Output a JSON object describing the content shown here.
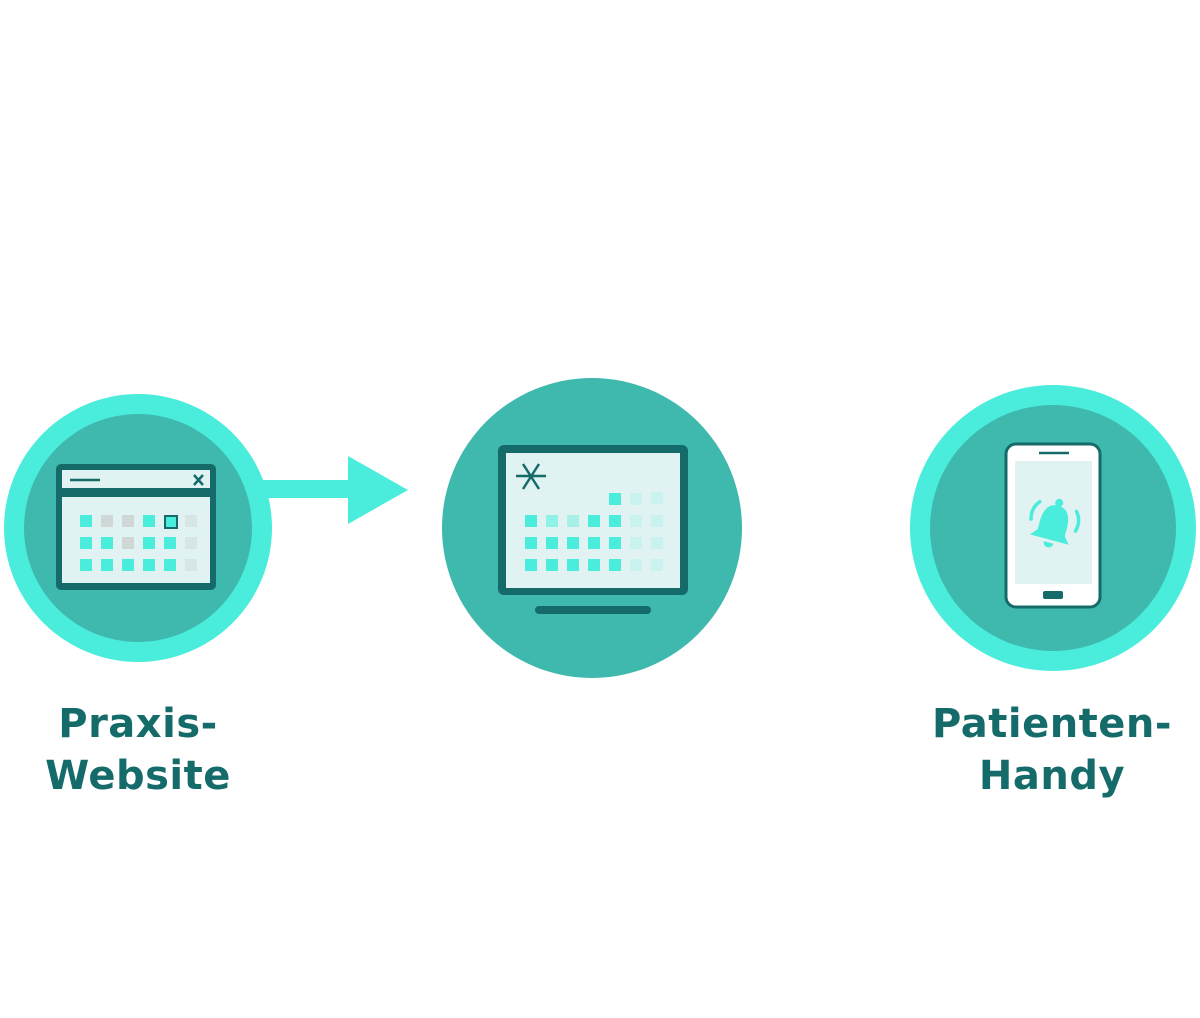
{
  "nodes": [
    {
      "id": "praxis-website",
      "icon": "browser-calendar-icon",
      "label_lines": [
        "Praxis-",
        "Website"
      ]
    },
    {
      "id": "center",
      "icon": "monitor-calendar-icon",
      "label_lines": []
    },
    {
      "id": "patienten-handy",
      "icon": "phone-bell-icon",
      "label_lines": [
        "Patienten-",
        "Handy"
      ]
    }
  ],
  "edges": [
    {
      "from": "praxis-website",
      "to": "center",
      "icon": "arrow-right-icon"
    }
  ],
  "colors": {
    "ring": "#4aeddb",
    "disc": "#3fb8ae",
    "dark": "#146b69",
    "screen": "#e0f2f1",
    "cell": "#4aeddb",
    "cell_faint": "#c8f3ee",
    "cell_grey": "#d0d8d7",
    "text": "#146b69"
  }
}
